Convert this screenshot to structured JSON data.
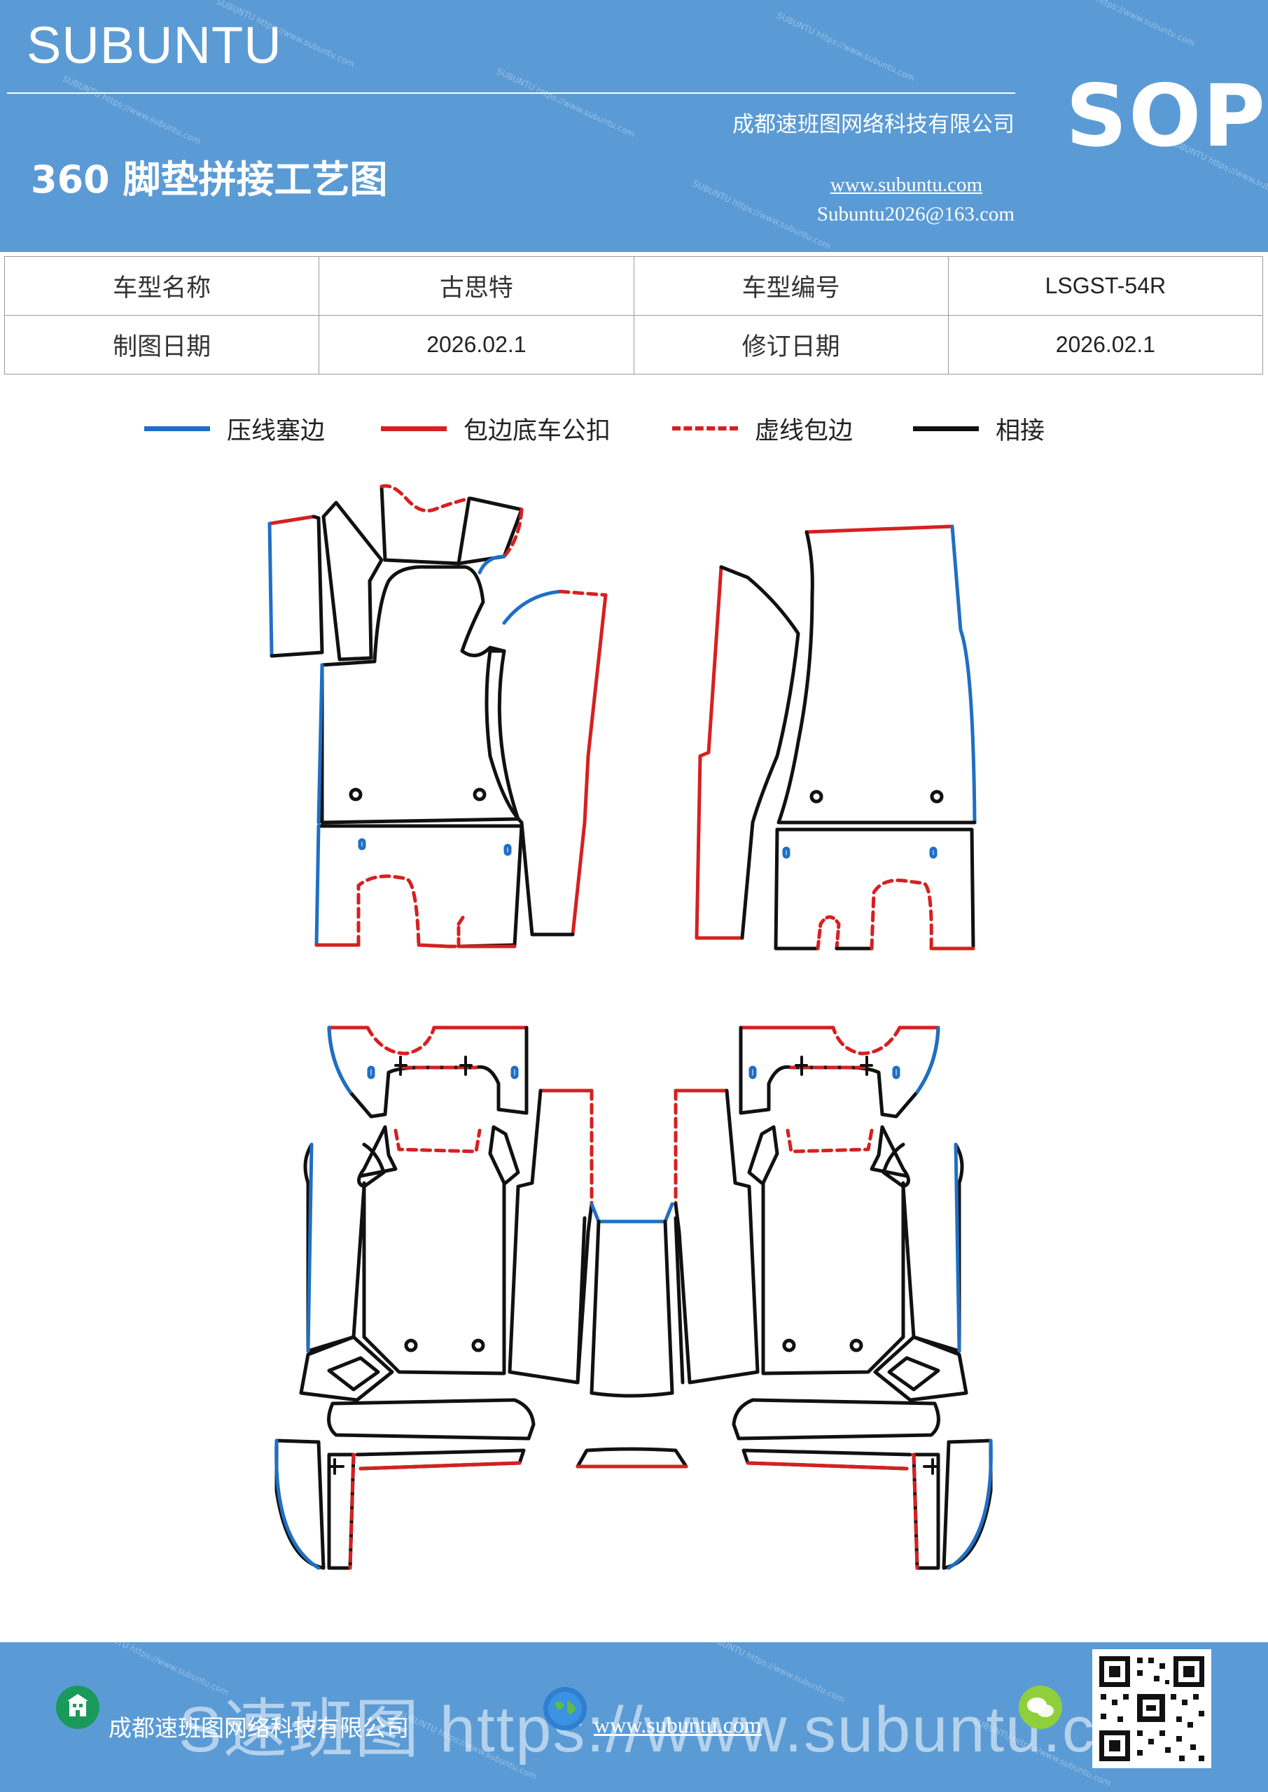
{
  "header": {
    "brand": "SUBUNTU",
    "company": "成都速班图网络科技有限公司",
    "title": "360 脚垫拼接工艺图",
    "website": "www.subuntu.com",
    "email": "Subuntu2026@163.com",
    "badge": "SOP",
    "watermark": "SUBUNTU https://www.subuntu.com"
  },
  "info": {
    "model_name_label": "车型名称",
    "model_name_value": "古思特",
    "model_code_label": "车型编号",
    "model_code_value": "LSGST-54R",
    "draw_date_label": "制图日期",
    "draw_date_value": "2026.02.1",
    "revise_date_label": "修订日期",
    "revise_date_value": "2026.02.1"
  },
  "legend": {
    "items": [
      {
        "label": "压线塞边",
        "color": "#1f6fc4",
        "style": "solid"
      },
      {
        "label": "包边底车公扣",
        "color": "#d62020",
        "style": "solid"
      },
      {
        "label": "虚线包边",
        "color": "#d62020",
        "style": "dashed"
      },
      {
        "label": "相接",
        "color": "#111111",
        "style": "solid"
      }
    ]
  },
  "footer": {
    "company": "成都速班图网络科技有限公司",
    "website": "www.subuntu.com",
    "ghost_text": "S速班图 https://www.subuntu.com"
  },
  "colors": {
    "header_bg": "#5b9bd5",
    "blue_line": "#1f6fc4",
    "red_line": "#d62020",
    "black_line": "#111111"
  }
}
